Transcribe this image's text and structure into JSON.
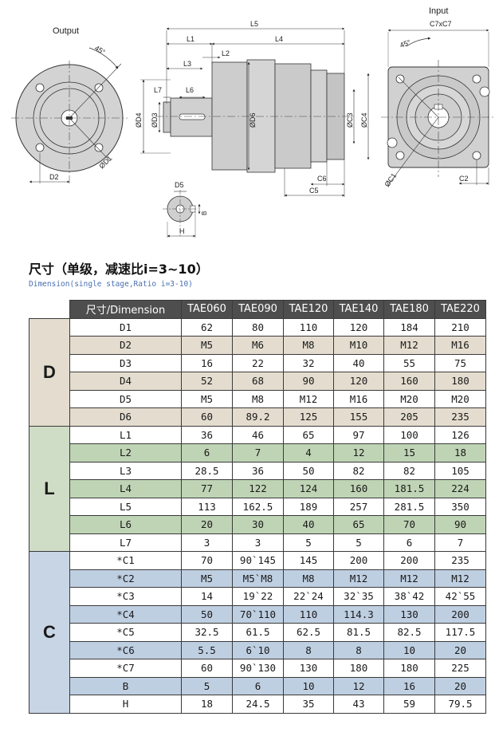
{
  "drawing": {
    "labels": {
      "output": "Output",
      "input": "Input",
      "c7xc7": "C7xC7",
      "angle_left": "45°",
      "angle_right": "45°",
      "d1": "ØD1",
      "d2": "D2",
      "d3": "ØD3",
      "d4": "ØD4",
      "d5": "D5",
      "d6": "ØD6",
      "l1": "L1",
      "l2": "L2",
      "l3": "L3",
      "l4": "L4",
      "l5": "L5",
      "l6": "L6",
      "l7": "L7",
      "c1": "ØC1",
      "c2": "C2",
      "c3": "ØC3",
      "c4": "ØC4",
      "c5": "C5",
      "c6": "C6",
      "b": "B",
      "h": "H"
    }
  },
  "title_cn": "尺寸（单级，减速比i=3~10）",
  "title_en": "Dimension(single stage,Ratio i=3-10)",
  "table": {
    "header": [
      "尺寸/Dimension",
      "TAE060",
      "TAE090",
      "TAE120",
      "TAE140",
      "TAE180",
      "TAE220"
    ],
    "groups": [
      {
        "label": "D",
        "rows": [
          [
            "D1",
            "62",
            "80",
            "110",
            "120",
            "184",
            "210"
          ],
          [
            "D2",
            "M5",
            "M6",
            "M8",
            "M10",
            "M12",
            "M16"
          ],
          [
            "D3",
            "16",
            "22",
            "32",
            "40",
            "55",
            "75"
          ],
          [
            "D4",
            "52",
            "68",
            "90",
            "120",
            "160",
            "180"
          ],
          [
            "D5",
            "M5",
            "M8",
            "M12",
            "M16",
            "M20",
            "M20"
          ],
          [
            "D6",
            "60",
            "89.2",
            "125",
            "155",
            "205",
            "235"
          ]
        ]
      },
      {
        "label": "L",
        "rows": [
          [
            "L1",
            "36",
            "46",
            "65",
            "97",
            "100",
            "126"
          ],
          [
            "L2",
            "6",
            "7",
            "4",
            "12",
            "15",
            "18"
          ],
          [
            "L3",
            "28.5",
            "36",
            "50",
            "82",
            "82",
            "105"
          ],
          [
            "L4",
            "77",
            "122",
            "124",
            "160",
            "181.5",
            "224"
          ],
          [
            "L5",
            "113",
            "162.5",
            "189",
            "257",
            "281.5",
            "350"
          ],
          [
            "L6",
            "20",
            "30",
            "40",
            "65",
            "70",
            "90"
          ],
          [
            "L7",
            "3",
            "3",
            "5",
            "5",
            "6",
            "7"
          ]
        ]
      },
      {
        "label": "C",
        "rows": [
          [
            "*C1",
            "70",
            "90`145",
            "145",
            "200",
            "200",
            "235"
          ],
          [
            "*C2",
            "M5",
            "M5`M8",
            "M8",
            "M12",
            "M12",
            "M12"
          ],
          [
            "*C3",
            "14",
            "19`22",
            "22`24",
            "32`35",
            "38`42",
            "42`55"
          ],
          [
            "*C4",
            "50",
            "70`110",
            "110",
            "114.3",
            "130",
            "200"
          ],
          [
            "*C5",
            "32.5",
            "61.5",
            "62.5",
            "81.5",
            "82.5",
            "117.5"
          ],
          [
            "*C6",
            "5.5",
            "6`10",
            "8",
            "8",
            "10",
            "20"
          ],
          [
            "*C7",
            "60",
            "90`130",
            "130",
            "180",
            "180",
            "225"
          ],
          [
            "B",
            "5",
            "6",
            "10",
            "12",
            "16",
            "20"
          ],
          [
            "H",
            "18",
            "24.5",
            "35",
            "43",
            "59",
            "79.5"
          ]
        ]
      }
    ]
  }
}
